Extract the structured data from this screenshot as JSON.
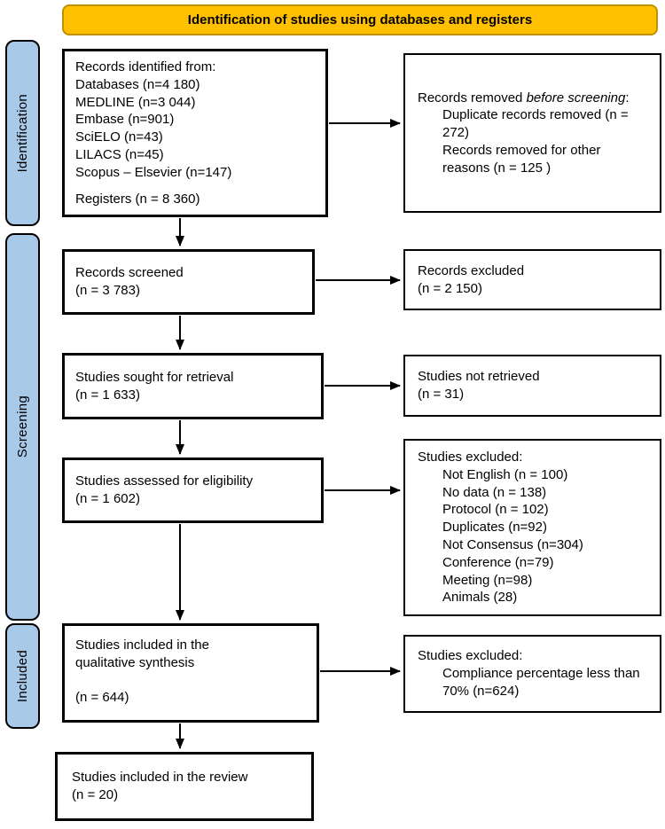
{
  "banner": {
    "title": "Identification of studies using databases and registers"
  },
  "colors": {
    "banner_bg": "#FFC000",
    "banner_border": "#BF9000",
    "stage_bg": "#A9C9E8",
    "box_border": "#000000"
  },
  "stages": [
    {
      "label": "Identification"
    },
    {
      "label": "Screening"
    },
    {
      "label": "Included"
    }
  ],
  "boxes": {
    "records_identified": {
      "heading": "Records identified from:",
      "database_lines": "Databases (n=4 180)\nMEDLINE (n=3 044)\nEmbase (n=901)\nSciELO (n=43)\nLILACS (n=45)\nScopus – Elsevier (n=147)",
      "registers_line": "Registers (n = 8 360)"
    },
    "records_removed": {
      "heading_prefix": "Records removed ",
      "heading_italic": "before screening",
      "heading_suffix": ":",
      "items": [
        "Duplicate records removed (n = 272)",
        "Records removed for other reasons (n = 125 )"
      ]
    },
    "records_screened": {
      "text": "Records screened\n(n = 3 783)"
    },
    "records_excluded": {
      "text": "Records excluded\n(n = 2 150)"
    },
    "studies_sought": {
      "text": "Studies sought for retrieval\n(n = 1 633)"
    },
    "studies_not_retrieved": {
      "text": "Studies not retrieved\n(n = 31)"
    },
    "studies_assessed": {
      "text": "Studies assessed for eligibility\n(n = 1 602)"
    },
    "studies_excluded_eligibility": {
      "heading": "Studies excluded:",
      "items": [
        "Not English (n = 100)",
        "No data (n = 138)",
        "Protocol (n = 102)",
        "Duplicates (n=92)",
        "Not Consensus (n=304)",
        "Conference (n=79)",
        "Meeting (n=98)",
        "Animals (28)"
      ]
    },
    "qualitative_synthesis": {
      "text": "Studies included in the\nqualitative synthesis\n\n(n = 644)"
    },
    "studies_excluded_compliance": {
      "heading": "Studies excluded:",
      "items": [
        "Compliance percentage less than 70% (n=624)"
      ]
    },
    "included_review": {
      "text": "Studies included in the review\n(n = 20)"
    }
  }
}
